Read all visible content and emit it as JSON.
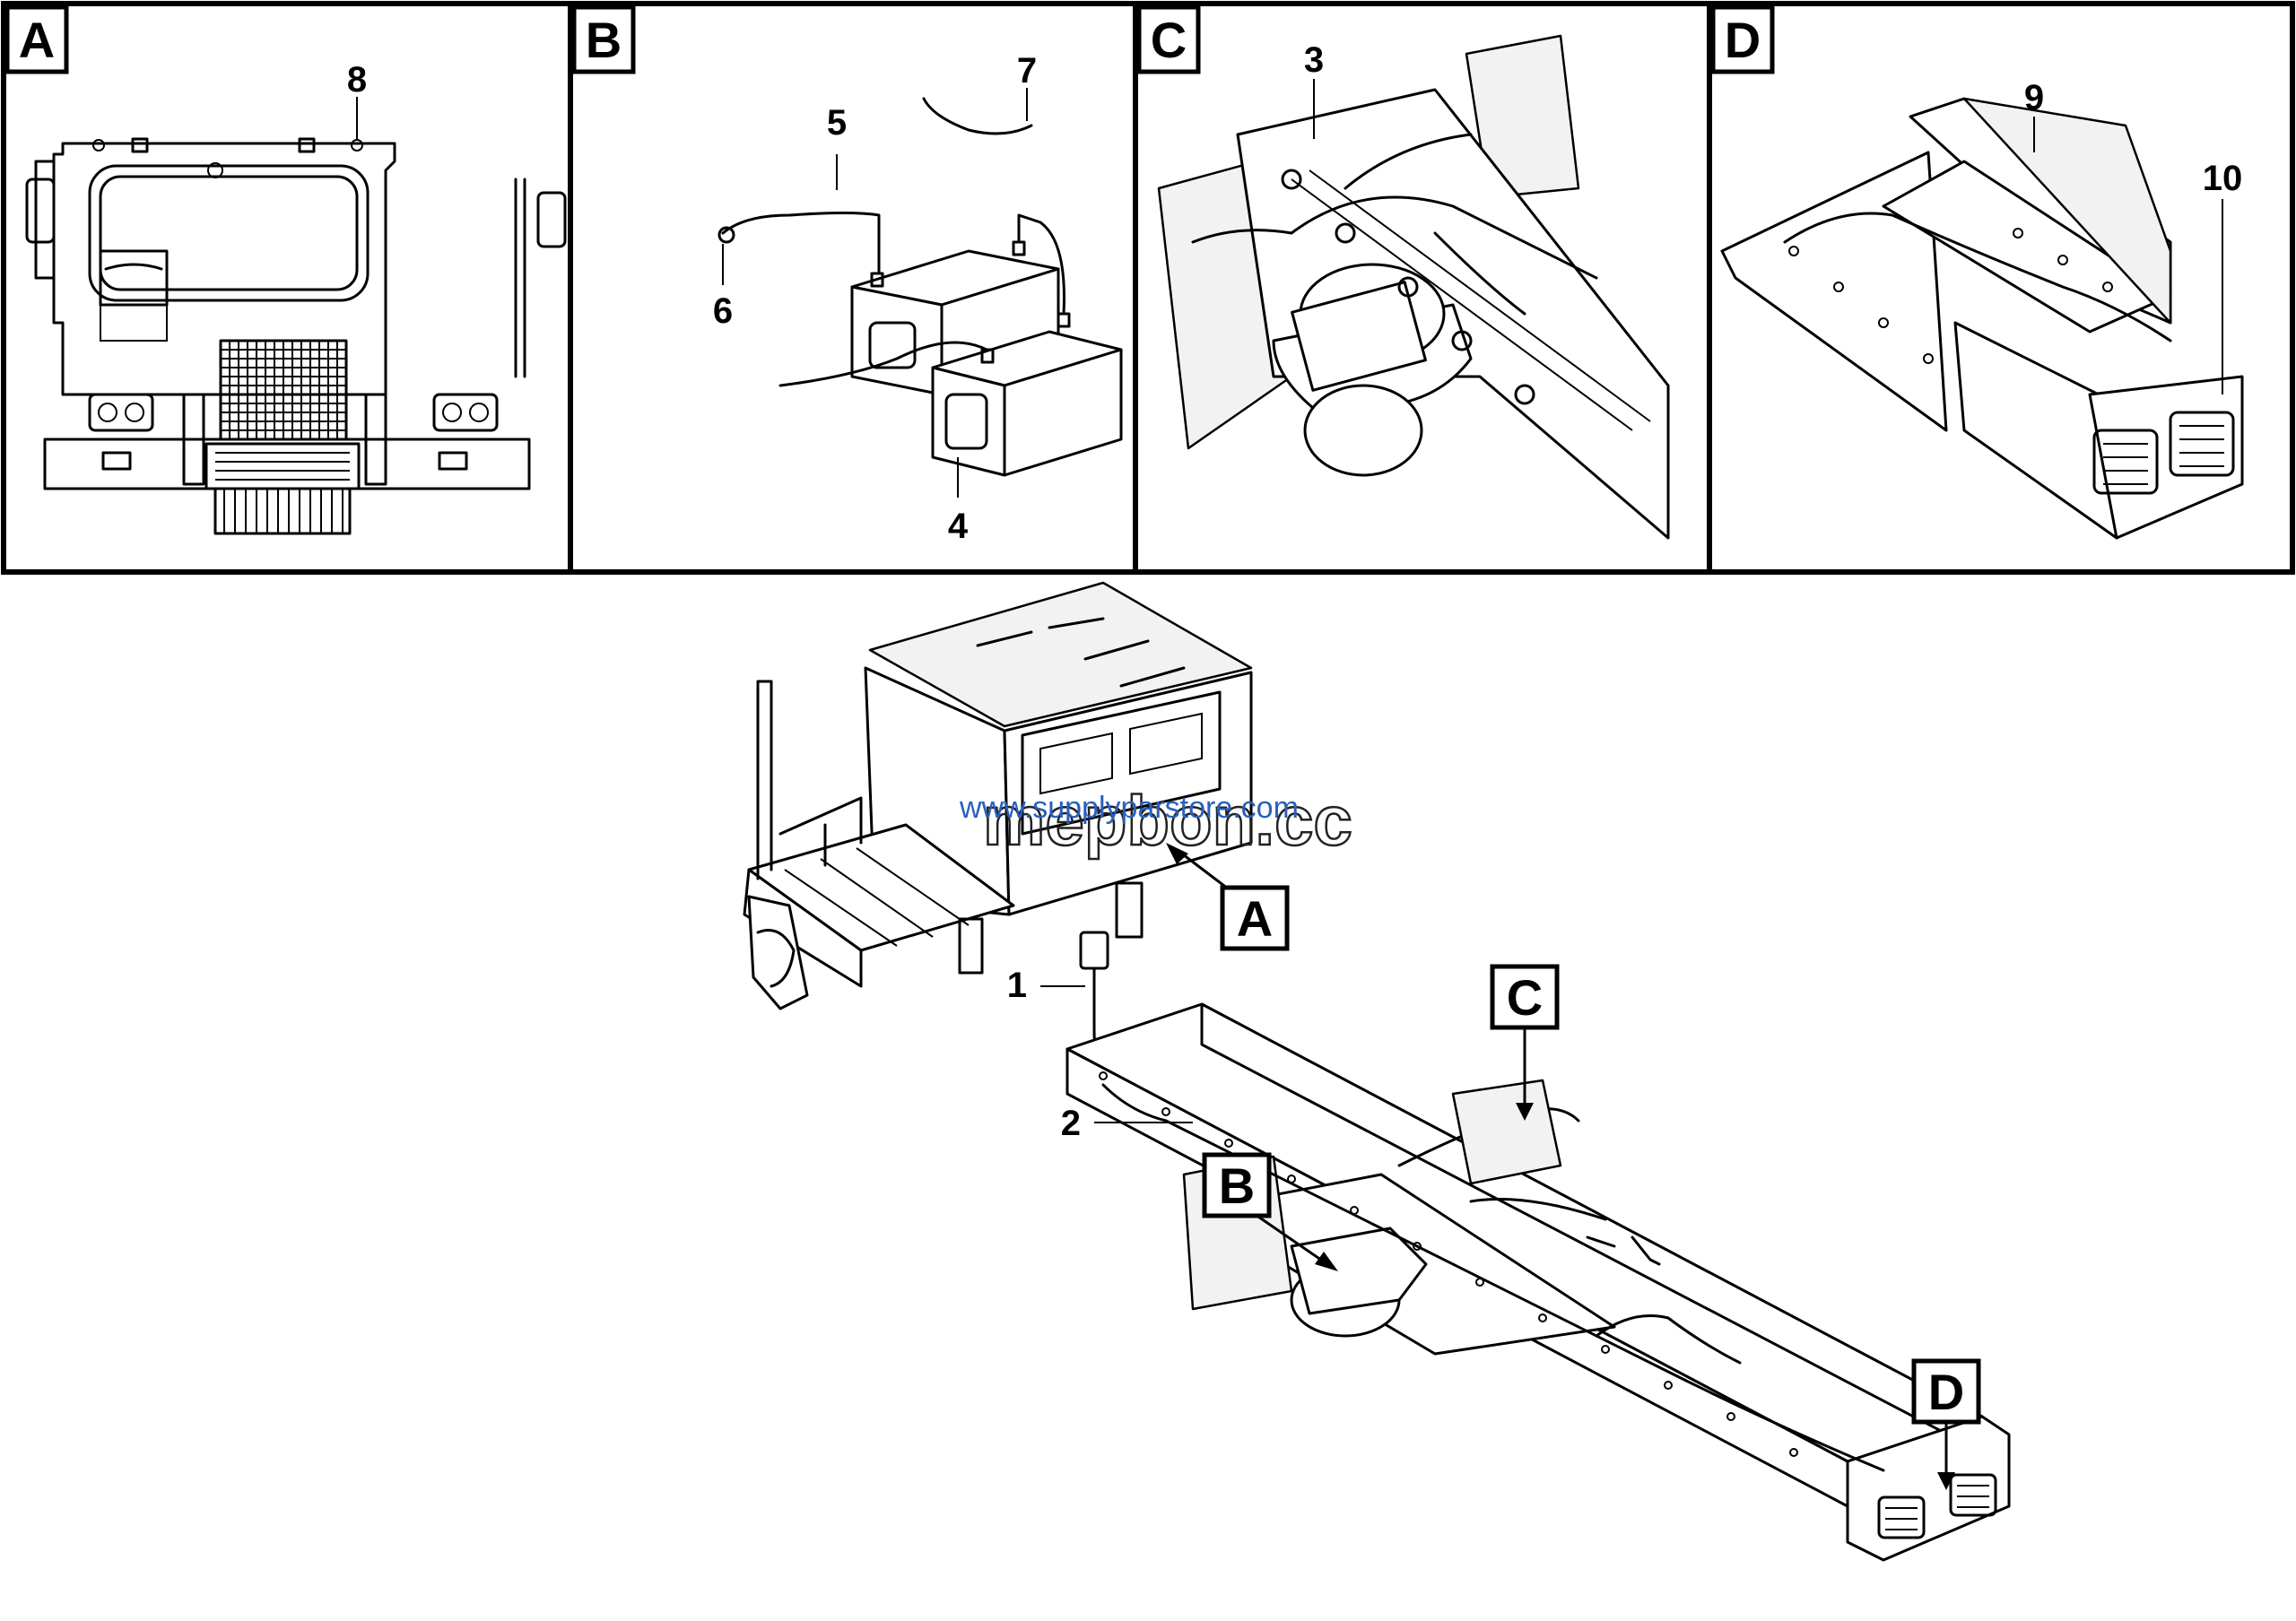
{
  "panels": [
    {
      "tag": "A",
      "callouts": [
        "8"
      ]
    },
    {
      "tag": "B",
      "callouts": [
        "5",
        "7",
        "6",
        "4"
      ]
    },
    {
      "tag": "C",
      "callouts": [
        "3"
      ]
    },
    {
      "tag": "D",
      "callouts": [
        "9",
        "10"
      ]
    }
  ],
  "main": {
    "callouts": [
      "1",
      "2"
    ],
    "tags": [
      "A",
      "B",
      "C",
      "D"
    ]
  },
  "watermark": {
    "url": "www.supplyparstore.com",
    "brand": "mepbon.cc"
  },
  "colors": {
    "line": "#000000",
    "watermark_url": "#2a5fbf"
  }
}
